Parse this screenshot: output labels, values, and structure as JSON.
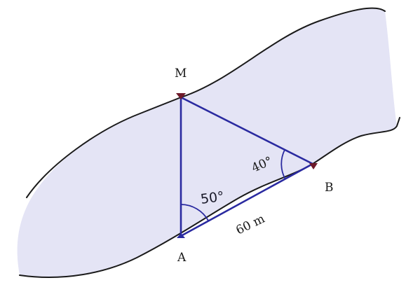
{
  "diagram": {
    "points": {
      "M": "M",
      "A": "A",
      "B": "B"
    },
    "angles": {
      "at_A": "50°",
      "at_B": "40°"
    },
    "distance_AB": "60 m"
  },
  "colors": {
    "river_fill": "#e4e4f5",
    "bank_line": "#1a1a1a",
    "triangle_line": "#2a2aa0",
    "point_marker": "#6e1a2a"
  }
}
